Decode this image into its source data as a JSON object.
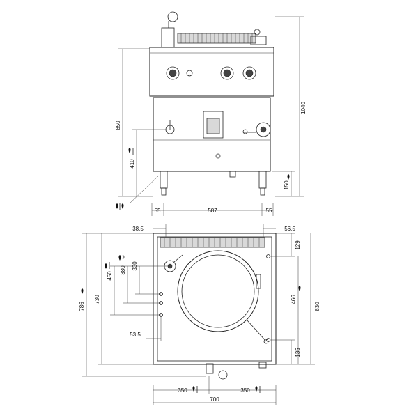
{
  "front_view": {
    "dimensions": {
      "height_total": "1040",
      "height_body": "850",
      "height_outlet": "410",
      "height_legs": "150",
      "left_margin": "55",
      "width_inner": "587",
      "right_margin": "55"
    }
  },
  "top_view": {
    "dimensions": {
      "offset_left": "38.5",
      "offset_right": "56.5",
      "top_right": "129",
      "depth_786": "786",
      "depth_730": "730",
      "depth_450": "450",
      "depth_380": "380",
      "depth_330": "330",
      "depth_466": "466",
      "depth_830": "830",
      "depth_135": "135",
      "offset_53_5": "53.5",
      "width_350_left": "350",
      "width_350_right": "350",
      "width_total": "700"
    }
  }
}
